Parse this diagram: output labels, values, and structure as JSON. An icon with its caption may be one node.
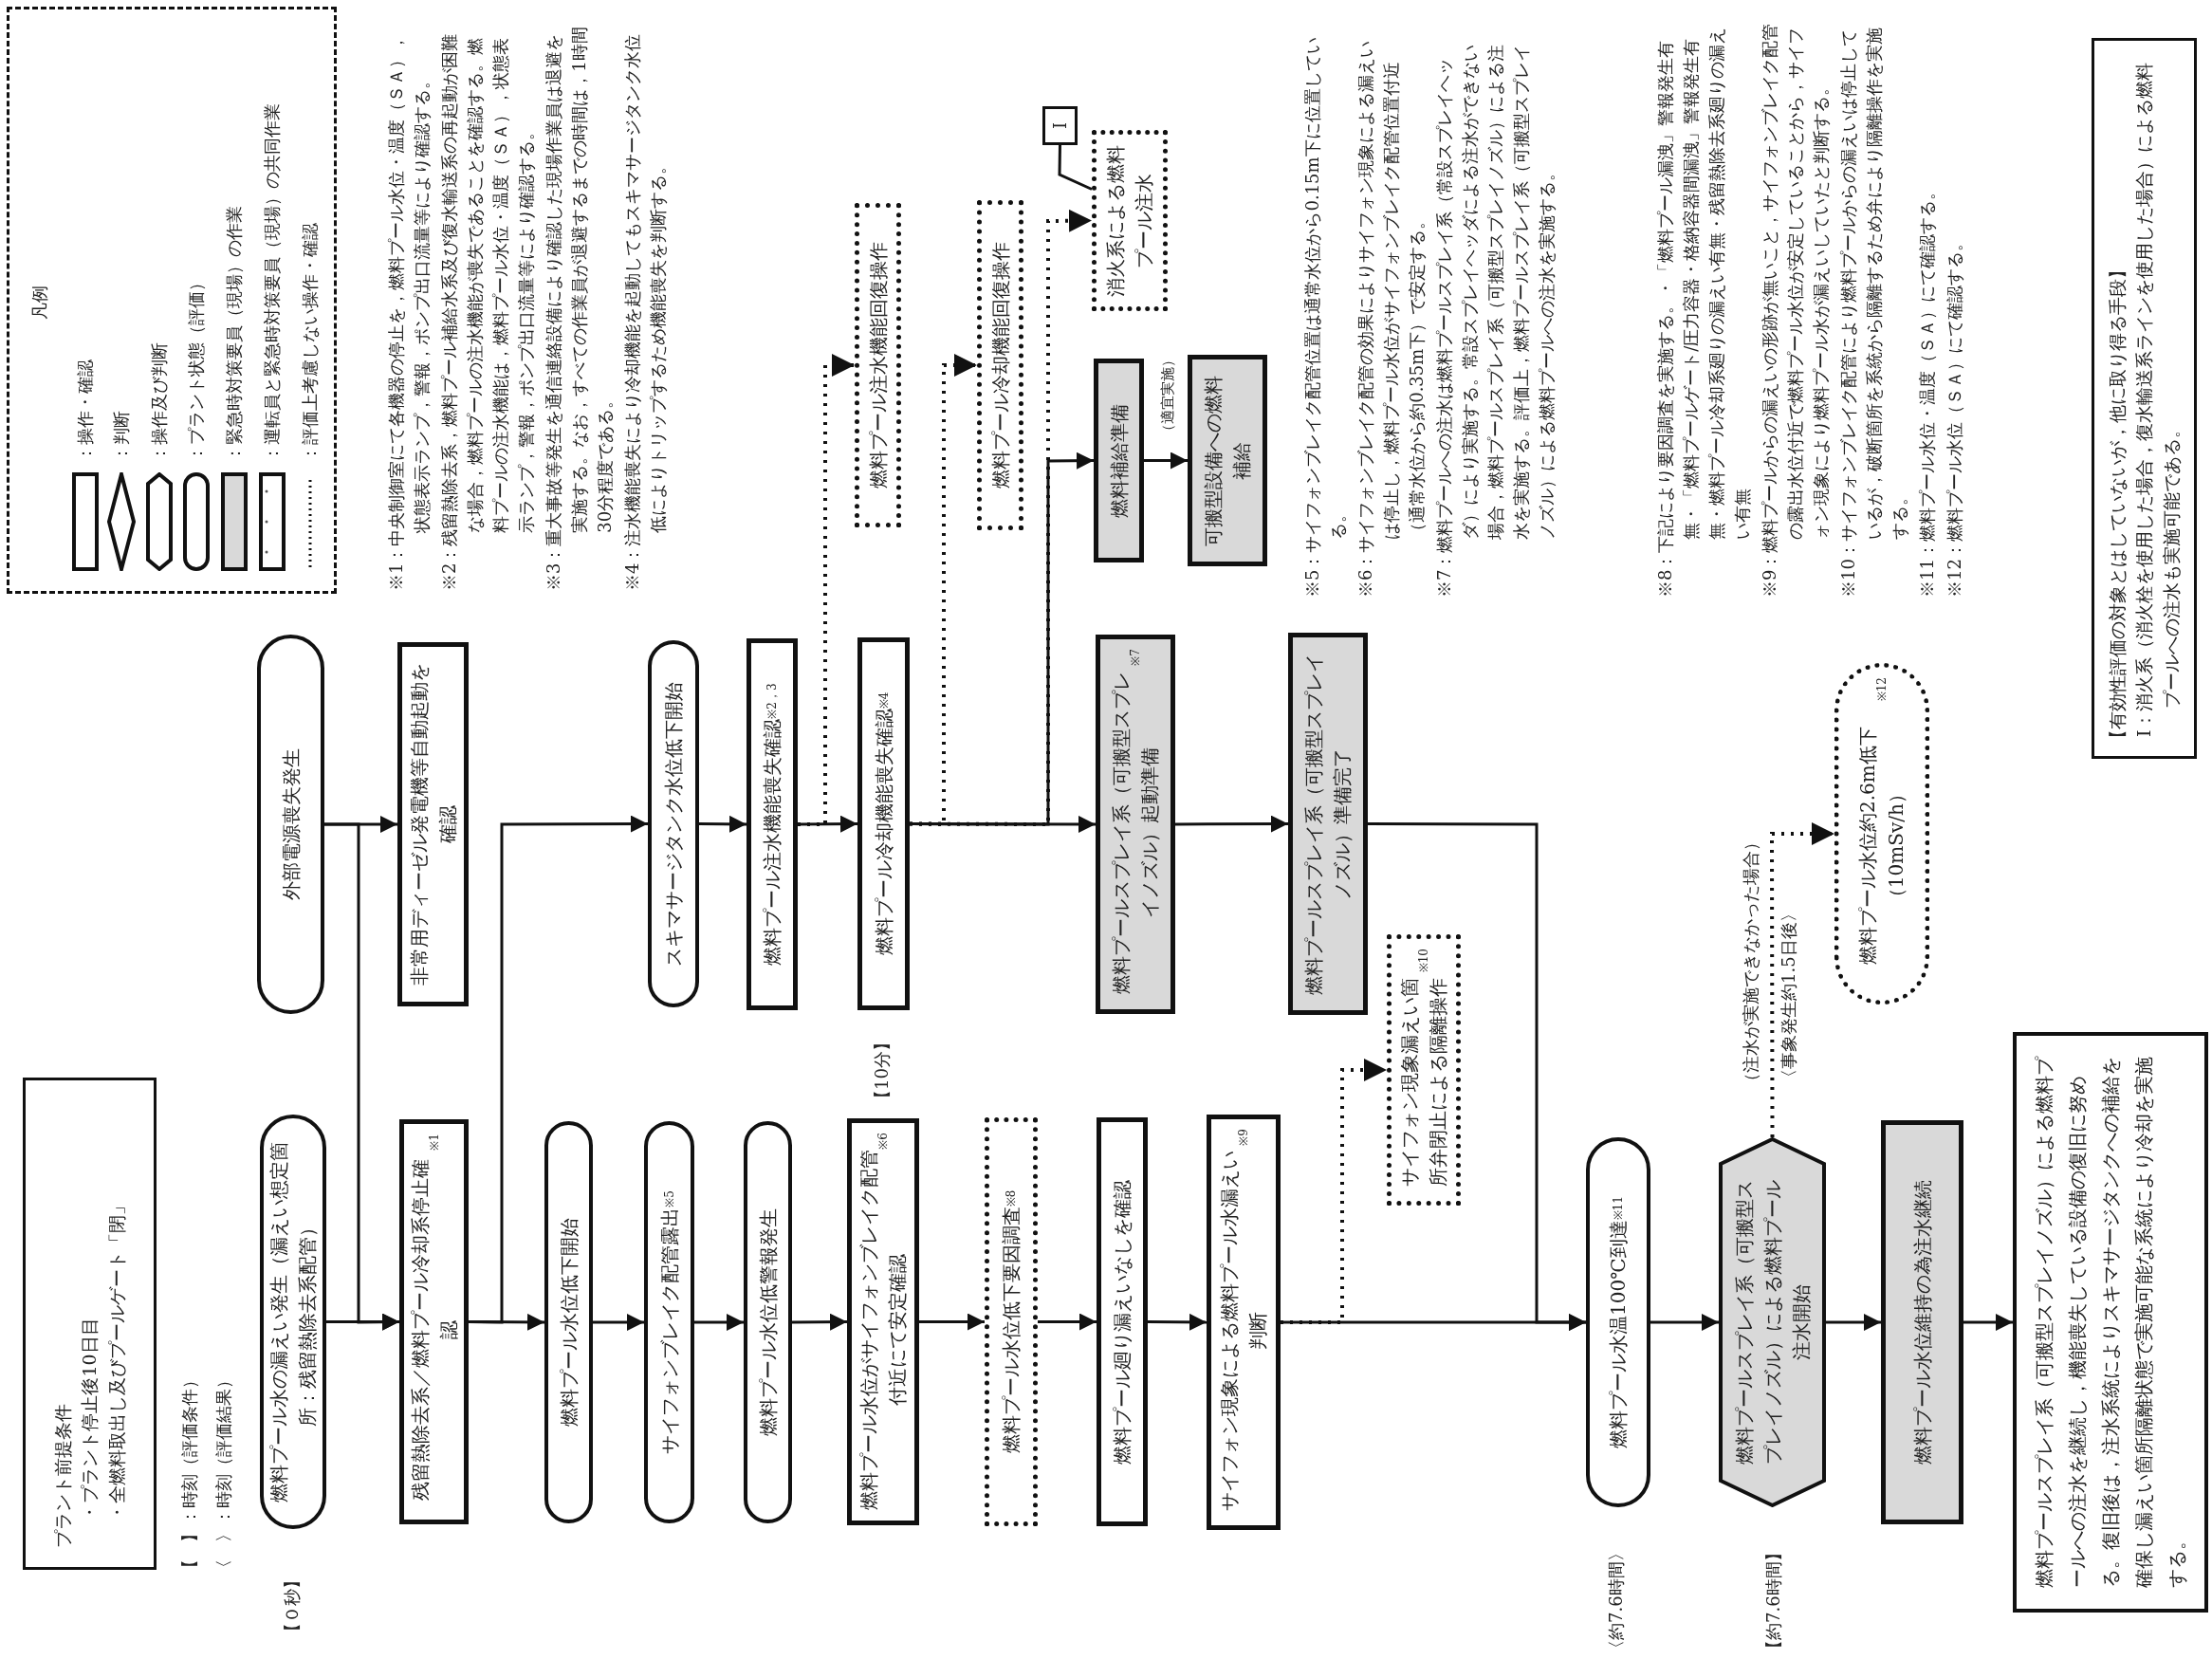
{
  "diagram": {
    "nodes": [
      {
        "text": [
          "燃料プール水の漏えい発生（漏えい想定箇所：残留熱除去系配管）"
        ],
        "beside": [
          "【０秒】"
        ]
      },
      {
        "text": [
          "残留熱除去系／燃料プール冷却系停止確認$^{※1}$"
        ]
      },
      {
        "text": [
          "燃料プール水位低下開始"
        ]
      },
      {
        "text": [
          "サイフォンブレイク配管露出$^{※5}$"
        ]
      },
      {
        "text": [
          "燃料プール水位低警報発生"
        ]
      },
      {
        "text": [
          "燃料プール水位がサイフォンブレイク配管付近にて安定確認$^{※6}$"
        ]
      },
      {
        "text": [
          "燃料プール水位低下要因調査$^{※8}$"
        ]
      },
      {
        "text": [
          "燃料プール廻り漏えいなしを確認"
        ]
      },
      {
        "text": [
          "サイフォン現象による燃料プール水漏えい判断$^{※9}$"
        ]
      },
      {
        "text": [
          "サイフォン現象漏えい箇所弁閉止による隔離操作$^{※10}$"
        ]
      },
      {
        "text": [
          "燃料プール水温100℃到達$^{※11}$"
        ],
        "beside": [
          "〈約7.6時間〉"
        ]
      },
      {
        "text": [
          "燃料プールスプレイ系（可搬型スプレイノズル）による燃料プール注水開始"
        ],
        "beside": [
          "【約7.6時間】"
        ]
      },
      {
        "text": [
          "燃料プール水位維持の為注水継続"
        ]
      },
      {
        "text": [
          "燃料プールスプレイ系（可搬型スプレイノズル）による燃料プールへの注水を継続し，機能喪失している設備の復旧に努める。復旧後は，注水系統によりスキマサージタンクへの補給を確保し漏えい箇所隔離状態で実施可能な系統により冷却を実施する。"
        ]
      },
      {
        "text": [
          "外部電源喪失発生"
        ]
      },
      {
        "text": [
          "非常用ディーゼル発電機等自動起動を確認"
        ]
      },
      {
        "text": [
          "スキマサージタンク水位低下開始"
        ]
      },
      {
        "text": [
          "燃料プール注水機能喪失確認$^{※2，3}$"
        ]
      },
      {
        "text": [
          "燃料プール冷却機能喪失確認$^{※4}$"
        ],
        "beside": [
          "【10分】"
        ]
      },
      {
        "text": [
          "燃料プール注水機能回復操作"
        ]
      },
      {
        "text": [
          "燃料プール冷却機能回復操作"
        ]
      },
      {
        "text": [
          "燃料プールスプレイ系（可搬型スプレイノズル）起動準備$^{※7}$"
        ]
      },
      {
        "text": [
          "燃料プールスプレイ系（可搬型スプレイノズル）準備完了"
        ]
      },
      {
        "text": [
          "燃料補給準備"
        ]
      },
      {
        "text": [
          "可搬型設備への燃料補給"
        ],
        "beside": [
          "（適宜実施）"
        ]
      },
      {
        "text": [
          "消火系による燃料プール注水"
        ]
      },
      {
        "text": [
          "I"
        ]
      },
      {
        "text": [
          "燃料プール水位約2.6m低下（10mSv/h）$^{※12}$"
        ],
        "beside": [
          "〈事象発生約1.5日後〉"
        ]
      },
      {
        "text": [
          "プラント前提条件",
          "・プラント停止後10日目",
          "・全燃料取出し及びプールゲート「閉」"
        ]
      },
      {
        "text": [
          "【有効性評価の対象とはしていないが，他に取り得る手段】",
          "I：消火系（消火栓を使用した場合，復水輸送系ラインを使用した場合）による燃料プールへの注水も実施可能である。"
        ]
      }
    ],
    "edges": [
      {
        "from": 0,
        "to": 1,
        "arrow": "to"
      },
      {
        "from": 14,
        "to": 15,
        "arrow": "to"
      },
      {
        "from": 14,
        "to": 1,
        "arrow": "to"
      },
      {
        "from": 1,
        "to": 2,
        "arrow": "to"
      },
      {
        "from": 1,
        "to": 16,
        "arrow": "to"
      },
      {
        "from": 2,
        "to": 3,
        "arrow": "to"
      },
      {
        "from": 3,
        "to": 4,
        "arrow": "to"
      },
      {
        "from": 4,
        "to": 5,
        "arrow": "to"
      },
      {
        "from": 5,
        "to": 6,
        "arrow": "to"
      },
      {
        "from": 6,
        "to": 7,
        "arrow": "to"
      },
      {
        "from": 7,
        "to": 8,
        "arrow": "to"
      },
      {
        "from": 8,
        "to": 10,
        "arrow": "to"
      },
      {
        "from": 8,
        "to": 9,
        "arrow": "to",
        "style": "dashed"
      },
      {
        "from": 10,
        "to": 11,
        "arrow": "to"
      },
      {
        "from": 11,
        "to": 12,
        "arrow": "to"
      },
      {
        "from": 12,
        "to": 13,
        "arrow": "to"
      },
      {
        "from": 11,
        "to": 27,
        "arrow": "to",
        "style": "dashed",
        "label": "（注水が実施できなかった場合）"
      },
      {
        "from": 16,
        "to": 17,
        "arrow": "to"
      },
      {
        "from": 17,
        "to": 18,
        "arrow": "to"
      },
      {
        "from": 18,
        "to": 21,
        "arrow": "to"
      },
      {
        "from": 17,
        "to": 19,
        "arrow": "to",
        "style": "dashed"
      },
      {
        "from": 18,
        "to": 20,
        "arrow": "to",
        "style": "dashed"
      },
      {
        "from": 18,
        "to": 23,
        "arrow": "to"
      },
      {
        "from": 18,
        "to": 25,
        "arrow": "to",
        "style": "dashed"
      },
      {
        "from": 23,
        "to": 24,
        "arrow": "to"
      },
      {
        "from": 21,
        "to": 22,
        "arrow": "to"
      },
      {
        "from": 22,
        "to": 10,
        "arrow": "to"
      },
      {
        "from": 26,
        "to": 25,
        "arrow": "none"
      }
    ],
    "labels": [
      "凡例",
      "【　】：時刻（評価条件）",
      "〈　〉：時刻（評価結果）",
      "※1：中央制御室にて各機器の停止を，燃料プール水位・温度（ＳＡ），状態表示ランプ，警報，ポンプ出口流量等により確認する。",
      "※2：残留熱除去系，燃料プール補給水系及び復水輸送系の再起動が困難な場合，燃料プールの注水機能が喪失であることを確認する。燃料プールの注水機能は，燃料プール水位・温度（ＳＡ），状態表示ランプ，警報，ポンプ出口流量等により確認する。",
      "※3：重大事故等発生を通信連絡設備により確認した現場作業員は退避を実施する。なお，すべての作業員が退避するまでの時間は，1時間30分程度である。",
      "※4：注水機能喪失により冷却機能を起動してもスキマサージタンク水位低によりトリップするため機能喪失を判断する。",
      "※5：サイフォンブレイク配管位置は通常水位から0.15m下に位置している。",
      "※6：サイフォンブレイク配管の効果によりサイフォン現象による漏えいは停止し，燃料プール水位がサイフォンブレイク配管位置付近（通常水位から約0.35m下）で安定する。",
      "※7：燃料プールへの注水は燃料プールスプレイ系（常設スプレイヘッダ）により実施する。常設スプレイヘッダによる注水ができない場合，燃料プールスプレイ系（可搬型スプレイノズル）による注水を実施する。評価上，燃料プールスプレイ系（可搬型スプレイノズル）による燃料プールへの注水を実施する。",
      "※8：下記により要因調査を実施する。・「燃料プール漏洩」警報発生有無・「燃料プールゲート/圧力容器・格納容器間漏洩」警報発生有無・燃料プール冷却系廻りの漏えい有無・残留熱除去系廻りの漏えい有無",
      "※9：燃料プールからの漏えいの形跡が無いこと，サイフォンブレイク配管の露出水位付近で燃料プール水位が安定していることから，サイフォン現象により燃料プール水が漏えいしていたと判断する。",
      "※10：サイフォンブレイク配管により燃料プールからの漏えいは停止しているが，破断箇所を系統から隔離するため弁により隔離操作を実施する。",
      "※11：燃料プール水位・温度（ＳＡ）にて確認する。",
      "※12：燃料プール水位（ＳＡ）にて確認する。"
    ],
    "legend": [
      {
        "text": "：操作・確認"
      },
      {
        "text": "：判断"
      },
      {
        "text": "：操作及び判断"
      },
      {
        "text": "：プラント状態（評価）"
      },
      {
        "text": "：緊急時対策要員（現場）の作業",
        "color": "#d9d9d9"
      },
      {
        "text": "：運転員と緊急時対策要員（現場）の共同作業"
      },
      {
        "text": "：評価上考慮しない操作・確認"
      }
    ]
  }
}
